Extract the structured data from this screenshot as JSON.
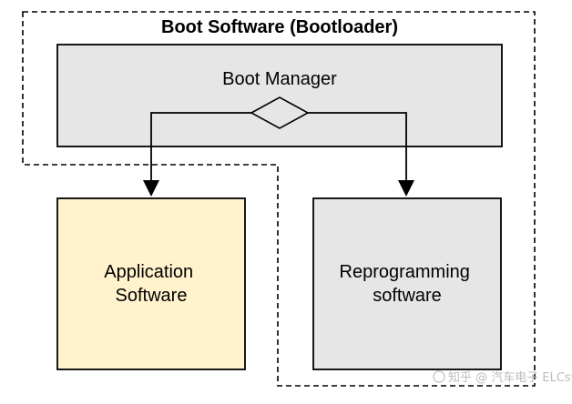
{
  "diagram": {
    "title": "Boot Software (Bootloader)",
    "boot_manager": {
      "label": "Boot Manager"
    },
    "application_software": {
      "line1": "Application",
      "line2": "Software"
    },
    "reprogramming_software": {
      "line1": "Reprogramming",
      "line2": "software"
    },
    "watermark": "知乎 @ 汽车电子 ELCsweng"
  },
  "colors": {
    "boot_manager_fill": "#e6e6e6",
    "application_fill": "#fff2cc",
    "reprogramming_fill": "#e6e6e6",
    "stroke": "#000000",
    "watermark": "#bdbdbd"
  }
}
